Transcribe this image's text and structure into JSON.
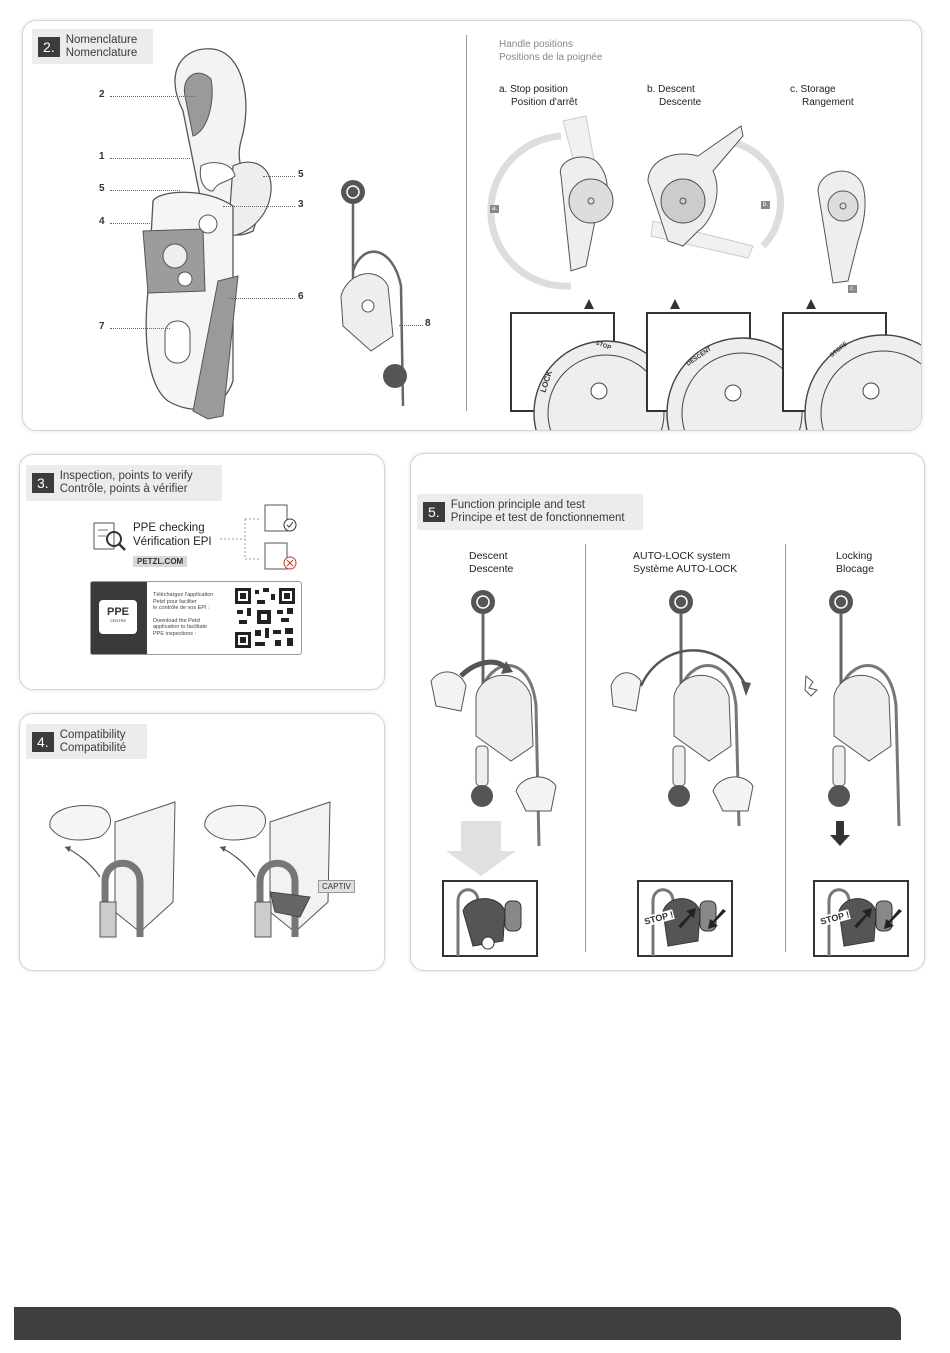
{
  "section2": {
    "number": "2.",
    "title_en": "Nomenclature",
    "title_fr": "Nomenclature",
    "callouts": [
      "2",
      "1",
      "5",
      "4",
      "7",
      "5",
      "3",
      "6",
      "8"
    ],
    "handle_positions": {
      "title_en": "Handle positions",
      "title_fr": "Positions de la poignée",
      "columns": [
        {
          "en": "a. Stop position",
          "fr": "Position d'arrêt",
          "tag": "a."
        },
        {
          "en": "b. Descent",
          "fr": "Descente",
          "tag": "b."
        },
        {
          "en": "c. Storage",
          "fr": "Rangement",
          "tag": "c."
        }
      ],
      "dial_labels": [
        "LOCK",
        "STOP",
        "DESCENT",
        "STORE"
      ]
    }
  },
  "section3": {
    "number": "3.",
    "title_en": "Inspection, points to verify",
    "title_fr": "Contrôle, points à vérifier",
    "ppe_en": "PPE checking",
    "ppe_fr": "Vérification EPI",
    "site": "PETZL.COM",
    "app_logo": "PPE",
    "app_logo_sub": "CENTRE",
    "app_fr_1": "Téléchargez l'application",
    "app_fr_2": "Petzl pour faciliter",
    "app_fr_3": "le contrôle de vos EPI :",
    "app_en_1": "Download the Petzl",
    "app_en_2": "application to facilitate",
    "app_en_3": "PPE inspections :"
  },
  "section4": {
    "number": "4.",
    "title_en": "Compatibility",
    "title_fr": "Compatibilité",
    "captiv": "CAPTIV"
  },
  "section5": {
    "number": "5.",
    "title_en": "Function principle and test",
    "title_fr": "Principe et test de fonctionnement",
    "columns": [
      {
        "en": "Descent",
        "fr": "Descente"
      },
      {
        "en": "AUTO-LOCK system",
        "fr": "Système AUTO-LOCK"
      },
      {
        "en": "Locking",
        "fr": "Blocage"
      }
    ],
    "stop": "STOP !"
  },
  "colors": {
    "dark": "#3c3c3c",
    "grey": "#8a8a8a",
    "light": "#ececec"
  }
}
